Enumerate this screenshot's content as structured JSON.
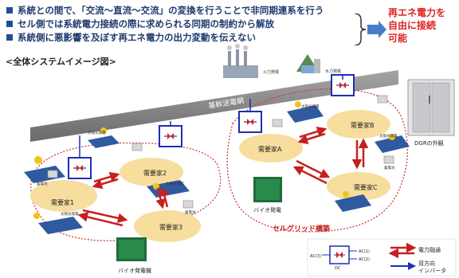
{
  "header": {
    "bullets": [
      "系統との間で、「交流～直流～交流」の変換を行うことで非同期連系を行う",
      "セル側では系統電力接続の際に求められる同期の制約から解放",
      "系統側に悪影響を及ぼす再エネ電力の出力変動を伝えない"
    ],
    "callout": [
      "再エネ電力を",
      "自由に接続",
      "可能"
    ]
  },
  "subtitle": "<全体システムイメージ図>",
  "labels": {
    "grid_line": "基幹送電網",
    "thermal_plant": "火力発電",
    "hydro_plant": "水力発電",
    "solar": "太陽光発電",
    "battery": "蓄電池",
    "left_consumer_1": "需要家1",
    "left_consumer_2": "需要家2",
    "left_consumer_3": "需要家3",
    "right_consumer_a": "需要家A",
    "right_consumer_b": "需要家B",
    "right_consumer_c": "需要家C",
    "bio_left": "バイオ発電機",
    "bio_right": "バイオ発電",
    "cell_grid": "セルグリッド構築",
    "dgr_exterior": "DGRの外観"
  },
  "legend": {
    "ac_left": "AC(3)",
    "ac_right_1": "AC(1)",
    "ac_right_2": "AC(2)",
    "dc": "DC",
    "power_label": "電力融通",
    "inverter_label": [
      "双方向",
      "インバータ"
    ]
  },
  "colors": {
    "title_text": "#1e3a6e",
    "bullet_square": "#1f4f9b",
    "accent_red": "#e02323",
    "cell_boundary": "#d33c3c",
    "dgr_blue": "#1d2fb5",
    "grid_line": "#7b7b7b"
  }
}
